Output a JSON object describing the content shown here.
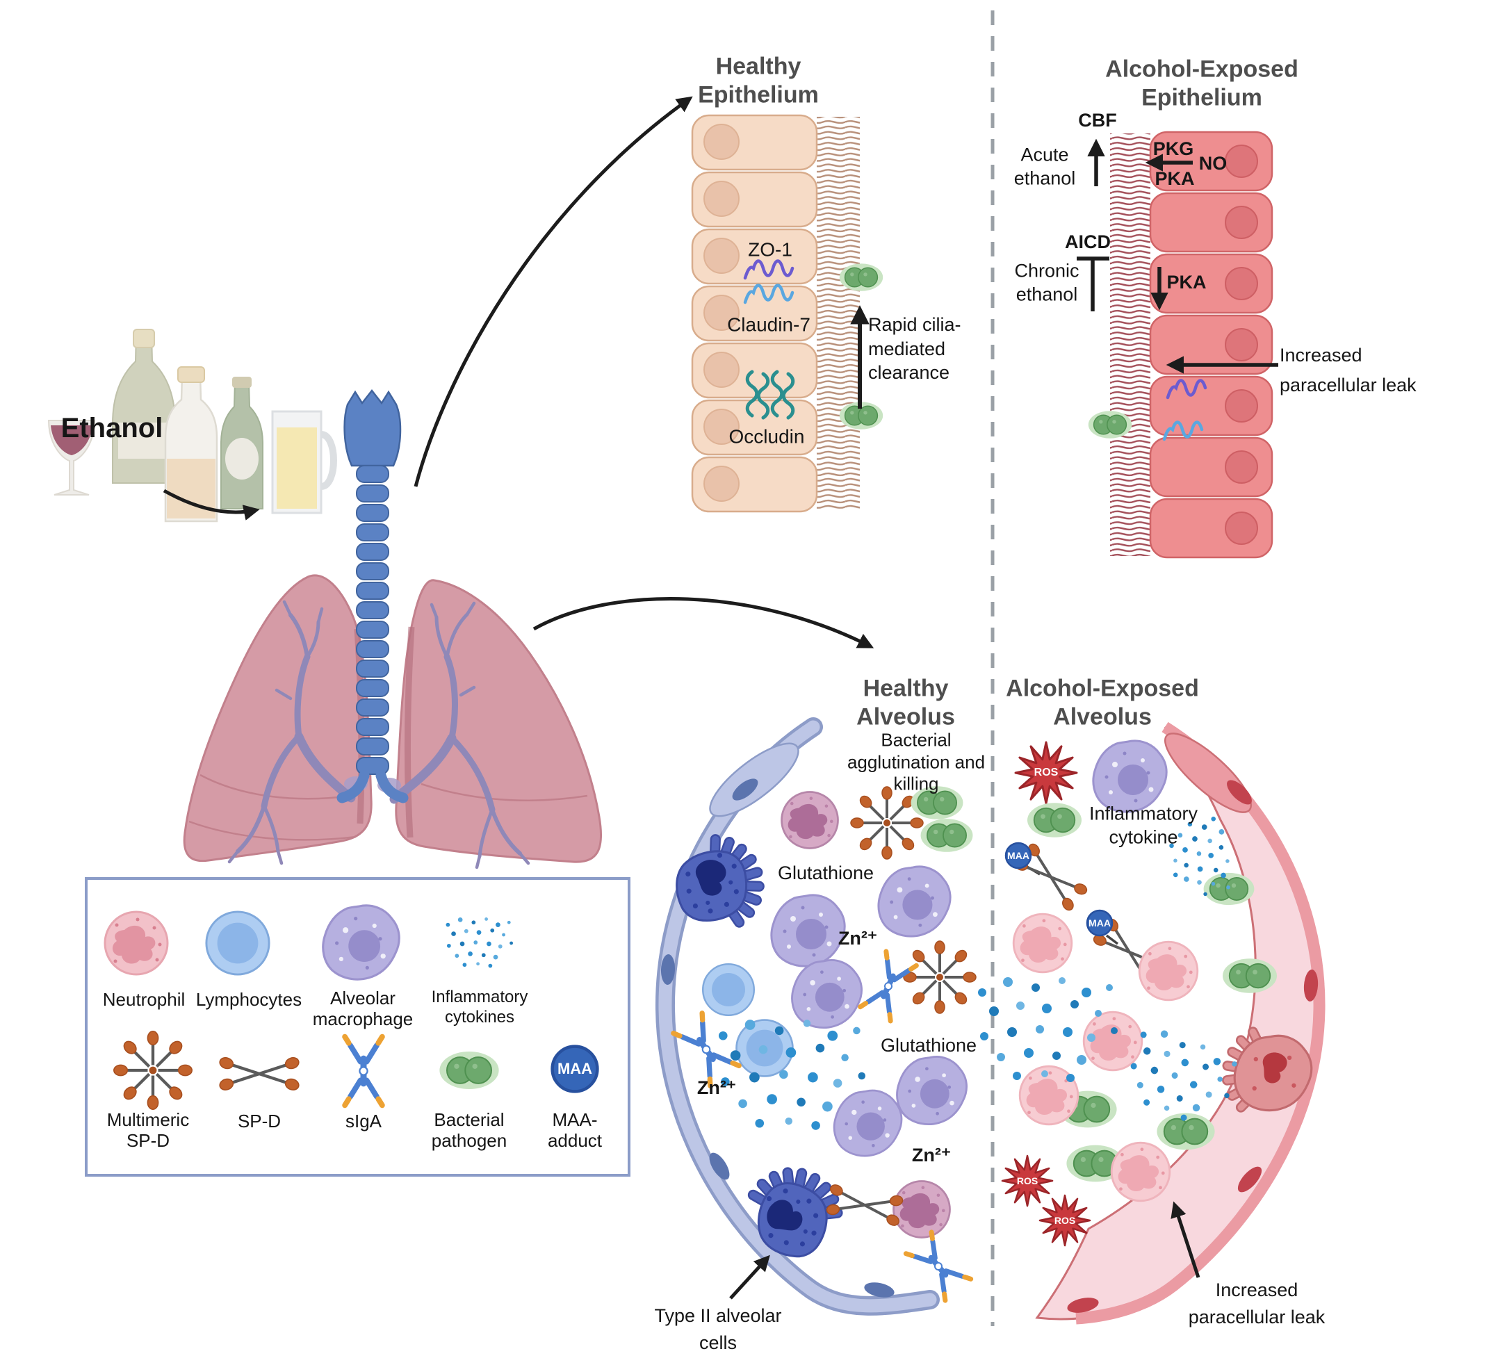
{
  "figure": {
    "description": "Effects of ethanol on airway epithelium and alveolus"
  },
  "ethanol": {
    "label": "Ethanol"
  },
  "epithelium_healthy": {
    "title": "Healthy Epithelium",
    "zo1": "ZO-1",
    "claudin7": "Claudin-7",
    "occludin": "Occludin",
    "clearance": "Rapid cilia-mediated clearance"
  },
  "epithelium_alcohol": {
    "title": "Alcohol-Exposed Epithelium",
    "cbf": "CBF",
    "acute_ethanol": "Acute ethanol",
    "pkg": "PKG",
    "pka": "PKA",
    "no": "NO",
    "aicd": "AICD",
    "chronic_ethanol": "Chronic ethanol",
    "pka_down": "PKA",
    "leak": "Increased paracellular leak"
  },
  "alveolus_healthy": {
    "title": "Healthy Alveolus",
    "agglutination": "Bacterial agglutination and killing",
    "glutathione": "Glutathione",
    "zn": "Zn²⁺",
    "type2": "Type II alveolar cells"
  },
  "alveolus_alcohol": {
    "title": "Alcohol-Exposed Alveolus",
    "inflammatory": "Inflammatory cytokine",
    "leak": "Increased paracellular leak"
  },
  "badges": {
    "ros": "ROS",
    "maa": "MAA"
  },
  "legend": {
    "row1_labels": [
      "Neutrophil",
      "Lymphocytes",
      "Alveolar macrophage",
      "Inflammatory cytokines"
    ],
    "row2_labels": [
      "Multimeric SP-D",
      "SP-D",
      "sIgA",
      "Bacterial pathogen",
      "MAA-adduct"
    ]
  },
  "colors": {
    "healthy_cell": "#f6dbc6",
    "healthy_cell_border": "#d8ac8c",
    "healthy_nucleus": "#e9c2aa",
    "cilia_healthy": "#b8907a",
    "cilia_alcohol": "#a4505a",
    "alcohol_cell": "#ee8e90",
    "alcohol_cell_border": "#d06467",
    "alcohol_nucleus": "#de757a",
    "trachea": "#5b82c4",
    "lung": "#d59ba6",
    "bronchi": "#8f88b8",
    "wall_healthy": "#bdc6e6",
    "wall_alcohol_edema": "#f8d8de",
    "wall_alcohol_lining": "#eb9ba3",
    "bacteria": "#6da96d",
    "maa": "#3566b8",
    "ros": "#c9393d",
    "cytokine": "#2d8fcf",
    "macrophage": "#b6b0e0",
    "lymphocyte": "#aecdf2",
    "neutrophil": "#f2c1c9",
    "spd_tip": "#c2622b",
    "siga": "#4b80d2",
    "type2_cell": "#5165bc",
    "zo1": "#6c5bd0",
    "claudin7": "#5aa7e0",
    "occludin": "#2a8f8f",
    "divider": "#9aa0a6",
    "title_text": "#4e4e4e"
  }
}
